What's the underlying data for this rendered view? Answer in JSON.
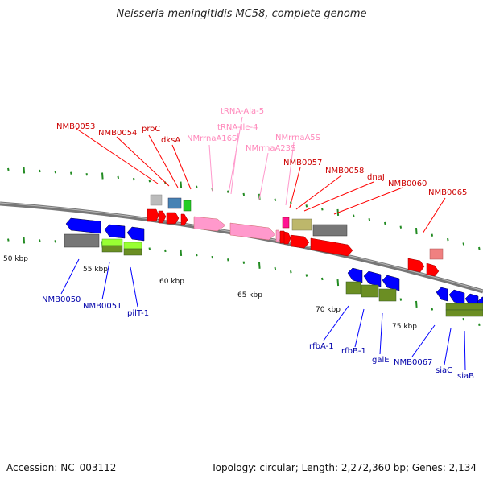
{
  "title": "Neisseria meningitidis MC58, complete genome",
  "accession": "Accession: NC_003112",
  "summary": "Topology: circular; Length: 2,272,360 bp; Genes: 2,134",
  "colors": {
    "forward_cds": "#ff0000",
    "reverse_cds": "#0000ff",
    "rrna": "#ff99cc",
    "trna": "#ff66aa",
    "backbone": "#808080",
    "tick": "#228b22",
    "cog_olive": "#6b8e23",
    "cog_lime": "#99ff33",
    "cog_grey": "#777777",
    "cog_steel": "#4682b4",
    "cog_green": "#22cc22",
    "cog_khaki": "#bdb76b",
    "cog_light": "#bbbbbb",
    "cog_pink": "#f08080",
    "cog_magenta": "#ff1493"
  },
  "scale_labels": [
    "50 kbp",
    "55 kbp",
    "60 kbp",
    "65 kbp",
    "70 kbp",
    "75 kbp"
  ],
  "forward_labels": [
    "NMB0053",
    "NMB0054",
    "proC",
    "dksA",
    "NMB0057",
    "NMB0058",
    "dnaJ",
    "NMB0060",
    "NMB0065"
  ],
  "rna_labels": [
    "tRNA-Ala-5",
    "tRNA-Ile-4",
    "NMrrnaA16S",
    "NMrrnaA5S",
    "NMrrnaA23S"
  ],
  "reverse_labels": [
    "NMB0050",
    "NMB0051",
    "pilT-1",
    "rfbA-1",
    "rfbB-1",
    "galE",
    "NMB0067",
    "siaC",
    "siaB"
  ]
}
